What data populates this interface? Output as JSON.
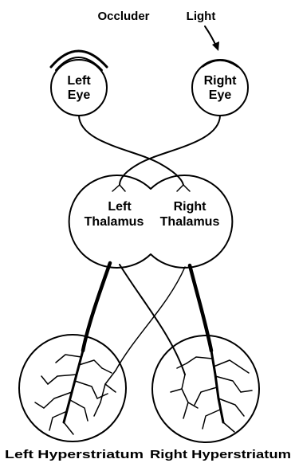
{
  "labels": {
    "occluder": "Occluder",
    "light": "Light",
    "left_eye_line1": "Left",
    "left_eye_line2": "Eye",
    "right_eye_line1": "Right",
    "right_eye_line2": "Eye",
    "left_thalamus_line1": "Left",
    "left_thalamus_line2": "Thalamus",
    "right_thalamus_line1": "Right",
    "right_thalamus_line2": "Thalamus",
    "left_hyperstriatum": "Left Hyperstriatum",
    "right_hyperstriatum": "Right Hyperstriatum"
  }
}
